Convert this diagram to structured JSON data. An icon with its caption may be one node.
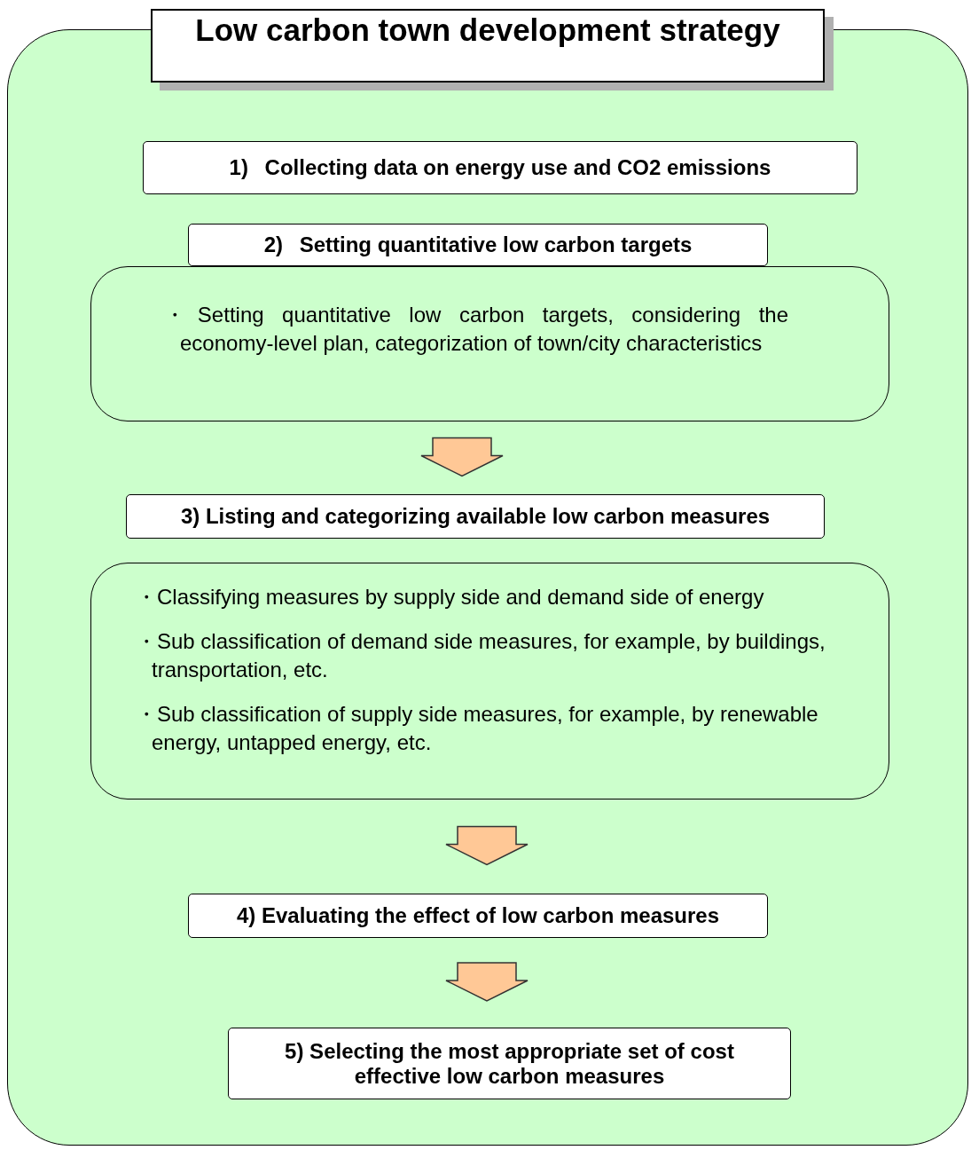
{
  "diagram": {
    "nodes": [
      {
        "text": [],
        "shape": "box"
      },
      {
        "text": [
          "Low carbon town development strategy"
        ]
      },
      {
        "text": [
          "1)  Collecting data on energy use and CO2 emissions"
        ],
        "in": 0
      },
      {
        "text": [
          "2)  Setting quantitative low carbon targets"
        ],
        "in": 0
      },
      {
        "text": [
          "・Setting quantitative low carbon targets, considering the economy-level plan, categorization of town/city characteristics"
        ],
        "in": 0
      },
      {
        "text": [
          "3) Listing and categorizing available low carbon measures"
        ],
        "in": 0
      },
      {
        "text": [
          "・Classifying measures by supply side and demand side of energy",
          "・Sub classification of demand side measures, for example, by buildings, transportation, etc.",
          "・Sub classification of supply side measures, for example, by renewable energy, untapped energy, etc."
        ],
        "in": 0
      },
      {
        "text": [
          "4) Evaluating the effect of low carbon measures"
        ],
        "in": 0
      },
      {
        "text": [
          "5) Selecting the most appropriate set of cost effective low carbon measures"
        ],
        "in": 0
      }
    ],
    "edges": [
      {
        "from": 4,
        "to": 5,
        "arrow": "to"
      },
      {
        "from": 6,
        "to": 7,
        "arrow": "to"
      },
      {
        "from": 7,
        "to": 8,
        "arrow": "to"
      }
    ]
  }
}
